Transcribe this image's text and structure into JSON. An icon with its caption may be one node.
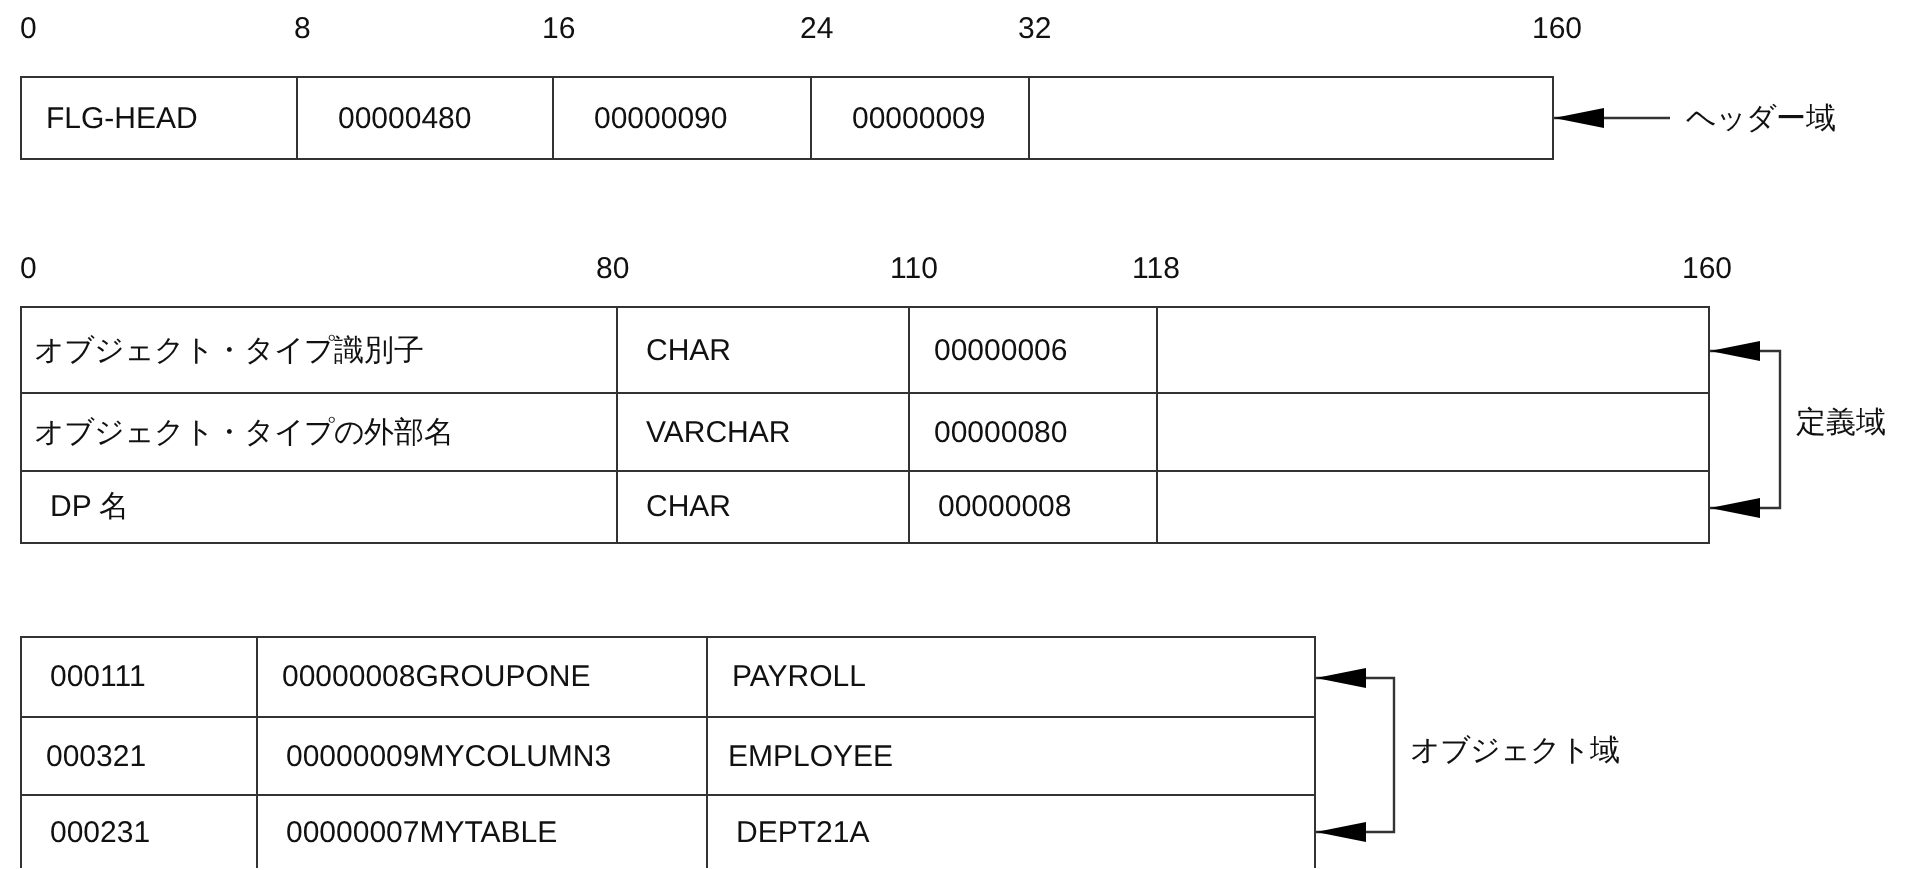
{
  "diagram": {
    "nodes": [
      {
        "text": [
          "FLG-HEAD",
          "00000480",
          "00000090",
          "00000009"
        ]
      },
      {
        "text": [
          "ヘッダー域"
        ]
      },
      {
        "text": [],
        "shape": "box"
      },
      {
        "text": [
          "オブジェクト・タイプ識別子",
          "CHAR",
          "00000006"
        ],
        "in": 2
      },
      {
        "text": [
          "オブジェクト・タイプの外部名",
          "VARCHAR",
          "00000080"
        ],
        "in": 2
      },
      {
        "text": [
          "DP 名",
          "CHAR",
          "00000008"
        ],
        "in": 2
      },
      {
        "text": [
          "定義域"
        ]
      },
      {
        "text": [],
        "shape": "box"
      },
      {
        "text": [
          "000111",
          "00000008GROUPONE",
          "PAYROLL"
        ],
        "in": 7
      },
      {
        "text": [
          "000321",
          "00000009MYCOLUMN3",
          "EMPLOYEE"
        ],
        "in": 7
      },
      {
        "text": [
          "000231",
          "00000007MYTABLE",
          "DEPT21A"
        ],
        "in": 7
      },
      {
        "text": [
          "オブジェクト域"
        ]
      }
    ],
    "edges": [
      {
        "from": 1,
        "to": 0,
        "arrow": "to"
      },
      {
        "from": 6,
        "to": 3,
        "arrow": "to"
      },
      {
        "from": 6,
        "to": 5,
        "arrow": "to"
      },
      {
        "from": 11,
        "to": 8,
        "arrow": "to"
      },
      {
        "from": 11,
        "to": 10,
        "arrow": "to"
      }
    ],
    "labels": [
      "0",
      "8",
      "16",
      "24",
      "32",
      "160",
      "0",
      "80",
      "110",
      "118",
      "160"
    ]
  }
}
